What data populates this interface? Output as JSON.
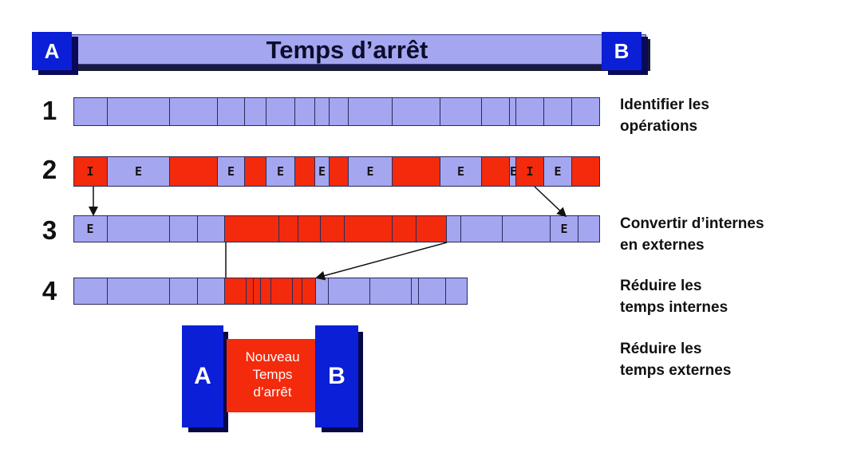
{
  "title": "Temps d’arrêt",
  "start_label": "A",
  "end_label": "B",
  "rows": [
    {
      "number": "1",
      "caption_lines": [
        "Identifier les",
        "opérations"
      ]
    },
    {
      "number": "2",
      "caption_lines": []
    },
    {
      "number": "3",
      "caption_lines": [
        "Convertir d’internes",
        "en externes"
      ]
    },
    {
      "number": "4",
      "caption_lines": [
        "Réduire les",
        "temps internes"
      ]
    }
  ],
  "final_caption_lines": [
    "Réduire les",
    "temps externes"
  ],
  "segment_labels": {
    "internal": "I",
    "external": "E"
  },
  "new_downtime_lines": [
    "Nouveau",
    "Temps",
    "d’arrêt"
  ],
  "colors": {
    "internal": "#f42a0c",
    "external": "#a4a6ef",
    "endpoint": "#0b1fd6"
  }
}
